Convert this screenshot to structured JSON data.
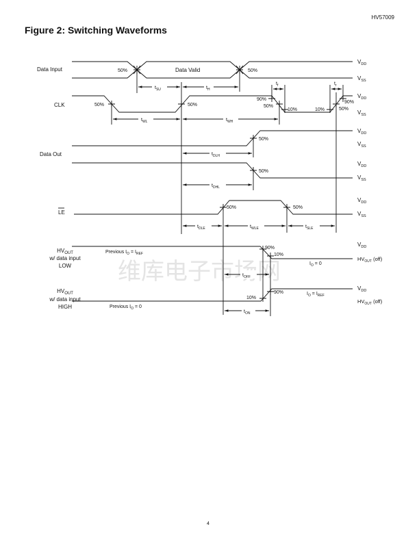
{
  "header": {
    "doc_id": "HV57009"
  },
  "figure": {
    "title": "Figure 2:  Switching Waveforms"
  },
  "footer": {
    "page_number": "4"
  },
  "watermark": "维库电子市场网",
  "signals": {
    "data_input": {
      "label": "Data Input",
      "middle": "Data Valid",
      "pct1": "50%",
      "pct2": "50%"
    },
    "clk": {
      "label": "CLK",
      "pct_fall": "50%",
      "pct_rise": "50%",
      "pct90a": "90%",
      "pct50a": "50%",
      "pct10a": "10%",
      "pct10b": "10%",
      "pct90b": "90%",
      "pct50b": "50%"
    },
    "data_out": {
      "label": "Data Out",
      "pct_rise": "50%",
      "pct_fall": "50%"
    },
    "le": {
      "label": "LE",
      "pct_rise": "50%",
      "pct_fall": "50%"
    },
    "hv_low": {
      "label1": "HV",
      "label1_sub": "OUT",
      "label2": "w/ data input",
      "label3": "LOW",
      "prev": "Previous  I",
      "prev_sub": "O",
      "prev_eq": " = I",
      "prev_sub2": "REF",
      "pct90": "90%",
      "pct10": "10%",
      "io": "I",
      "io_sub": "O",
      "io_eq": " = 0"
    },
    "hv_high": {
      "label1": "HV",
      "label1_sub": "OUT",
      "label2": "w/ data input",
      "label3": "HIGH",
      "prev": "Previous  I",
      "prev_sub": "O",
      "prev_eq": " = 0",
      "pct10": "10%",
      "pct90": "90%",
      "io": "I",
      "io_sub": "O",
      "io_eq": " = I",
      "io_sub2": "REF"
    }
  },
  "rails": {
    "v": "V",
    "dd": "DD",
    "ss": "SS",
    "hvout": "HV",
    "hvout_sub": "OUT",
    "hvout_off": " (off)"
  },
  "timing": {
    "t": "t",
    "su": "SU",
    "h": "H",
    "wl": "WL",
    "wh": "WH",
    "f": "f",
    "r": "r",
    "dlh": "DLH",
    "dhl": "DHL",
    "dle": "DLE",
    "wle": "WLE",
    "sle": "SLE",
    "off": "OFF",
    "on": "ON"
  }
}
